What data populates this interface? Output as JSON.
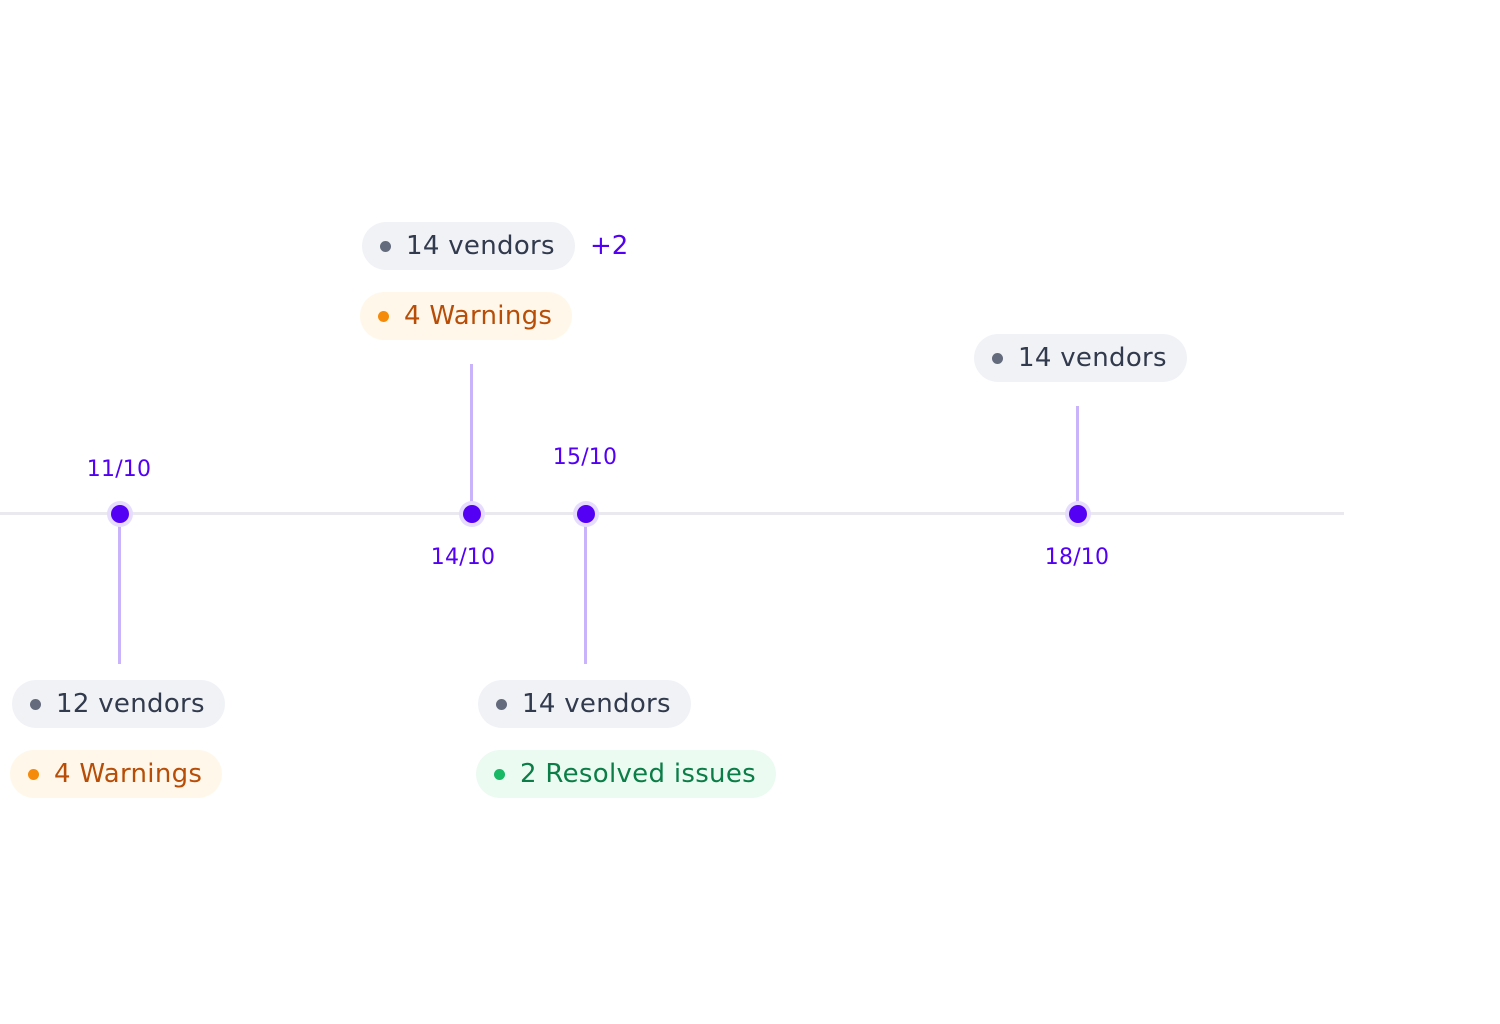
{
  "timeline": {
    "events": [
      {
        "date": "11/10",
        "tags": [
          {
            "text": "12 vendors",
            "type": "neutral",
            "color": "#646b7c"
          },
          {
            "text": "4 Warnings",
            "type": "warning",
            "color": "#f58b0a"
          }
        ]
      },
      {
        "date": "14/10",
        "tags": [
          {
            "text": "14 vendors",
            "type": "neutral",
            "color": "#646b7c"
          },
          {
            "text": "4 Warnings",
            "type": "warning",
            "color": "#f58b0a"
          }
        ],
        "more": "+2"
      },
      {
        "date": "15/10",
        "tags": [
          {
            "text": "14 vendors",
            "type": "neutral",
            "color": "#646b7c"
          },
          {
            "text": "2 Resolved issues",
            "type": "success",
            "color": "#18b865"
          }
        ]
      },
      {
        "date": "18/10",
        "tags": [
          {
            "text": "14 vendors",
            "type": "neutral",
            "color": "#646b7c"
          }
        ]
      }
    ],
    "colors": {
      "accent": "#5400f5",
      "connector": "#c9b3fb",
      "axis": "#e9e9ef"
    }
  }
}
